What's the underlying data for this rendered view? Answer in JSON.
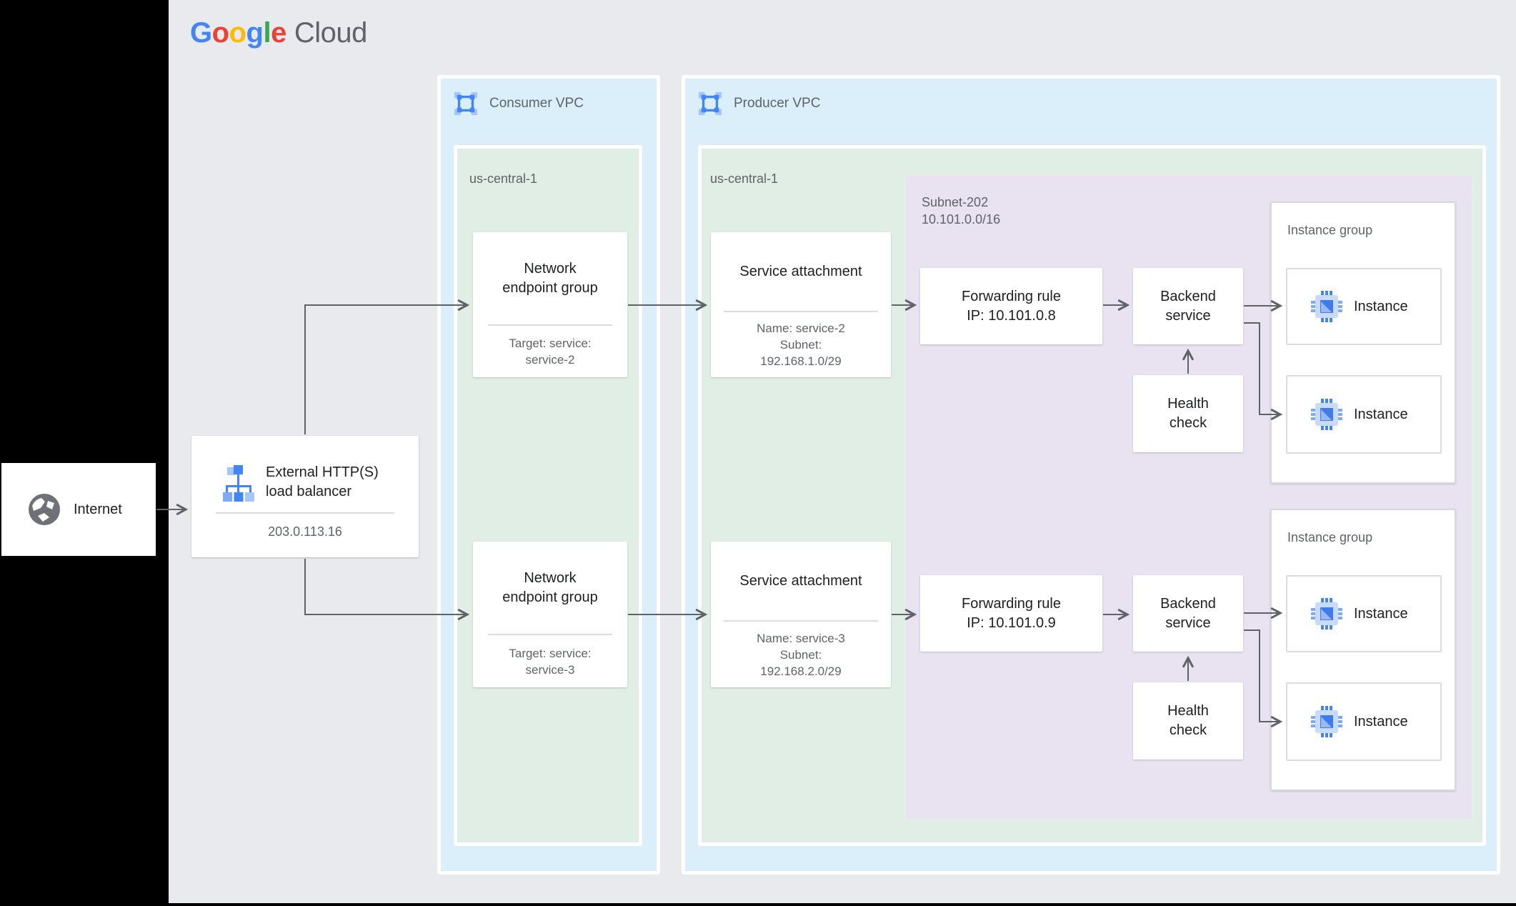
{
  "brand": {
    "letters": [
      {
        "ch": "G",
        "color": "#4285F4"
      },
      {
        "ch": "o",
        "color": "#EA4335"
      },
      {
        "ch": "o",
        "color": "#FBBC05"
      },
      {
        "ch": "g",
        "color": "#4285F4"
      },
      {
        "ch": "l",
        "color": "#34A853"
      },
      {
        "ch": "e",
        "color": "#EA4335"
      }
    ],
    "cloud": "Cloud",
    "cloud_color": "#5f6368"
  },
  "internet": {
    "label": "Internet"
  },
  "load_balancer": {
    "title_lines": [
      "External HTTP(S)",
      "load balancer"
    ],
    "ip": "203.0.113.16"
  },
  "consumer_vpc": {
    "label": "Consumer VPC",
    "region": "us-central-1",
    "negs": [
      {
        "title_lines": [
          "Network",
          "endpoint group"
        ],
        "sub_lines": [
          "Target: service:",
          "service-2"
        ]
      },
      {
        "title_lines": [
          "Network",
          "endpoint group"
        ],
        "sub_lines": [
          "Target: service:",
          "service-3"
        ]
      }
    ]
  },
  "producer_vpc": {
    "label": "Producer VPC",
    "region": "us-central-1",
    "service_attachments": [
      {
        "title": "Service attachment",
        "sub_lines": [
          "Name: service-2",
          "Subnet:",
          "192.168.1.0/29"
        ]
      },
      {
        "title": "Service attachment",
        "sub_lines": [
          "Name: service-3",
          "Subnet:",
          "192.168.2.0/29"
        ]
      }
    ],
    "subnet": {
      "name": "Subnet-202",
      "cidr": "10.101.0.0/16",
      "forwarding_rules": [
        {
          "lines": [
            "Forwarding rule",
            "IP: 10.101.0.8"
          ]
        },
        {
          "lines": [
            "Forwarding rule",
            "IP: 10.101.0.9"
          ]
        }
      ],
      "backend_services": [
        {
          "lines": [
            "Backend",
            "service"
          ]
        },
        {
          "lines": [
            "Backend",
            "service"
          ]
        }
      ],
      "health_checks": [
        {
          "lines": [
            "Health",
            "check"
          ]
        },
        {
          "lines": [
            "Health",
            "check"
          ]
        }
      ],
      "instance_groups": [
        {
          "label": "Instance group",
          "instances": [
            "Instance",
            "Instance"
          ]
        },
        {
          "label": "Instance group",
          "instances": [
            "Instance",
            "Instance"
          ]
        }
      ]
    }
  },
  "palette": {
    "canvas": "#e8eaed",
    "vpc_fill": "#daeffa",
    "region_fill": "#e0eee5",
    "subnet_fill": "#e9e2f1",
    "arrow": "#5f6368",
    "icon_blue": "#4285f4",
    "icon_blue_light": "#a5c6f9",
    "text_dark": "#202124",
    "text_gray": "#5f6368"
  }
}
